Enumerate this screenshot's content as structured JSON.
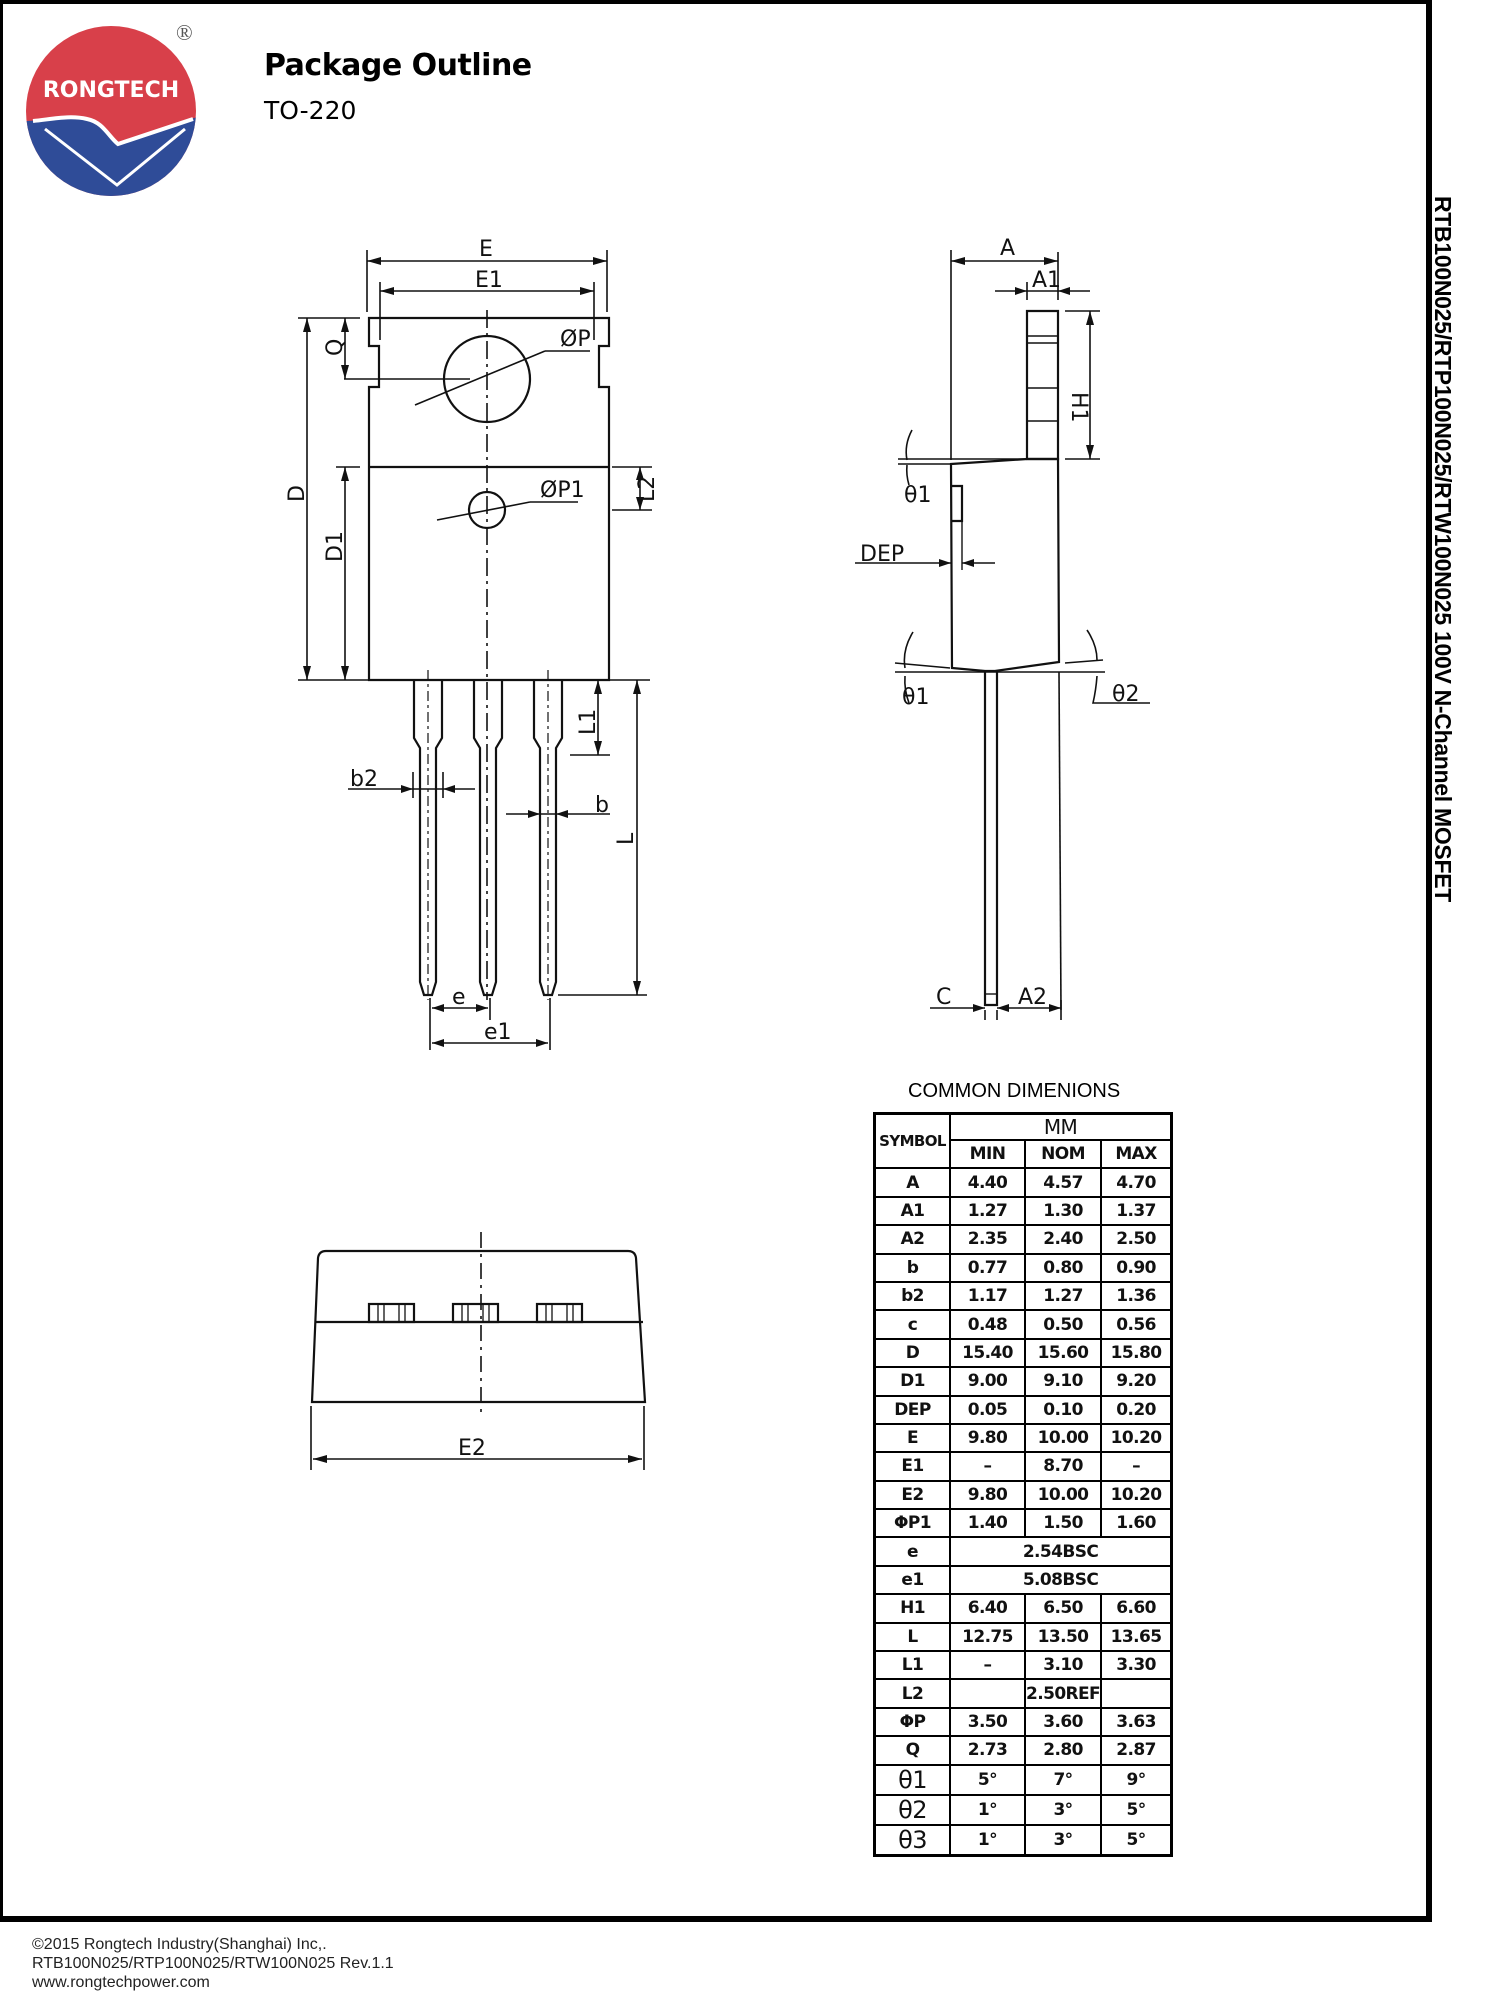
{
  "header": {
    "logo_text": "RONGTECH",
    "registered_mark": "®",
    "title": "Package Outline",
    "package": "TO-220"
  },
  "side_title": "RTB100N025/RTP100N025/RTW100N025 100V N-Channel MOSFET",
  "colors": {
    "logo_red": "#d8404a",
    "logo_blue": "#2f4c98",
    "line": "#111111"
  },
  "front_view": {
    "labels": {
      "E": "E",
      "E1": "E1",
      "P": "ØP",
      "P1": "ØP1",
      "Q": "Q",
      "D": "D",
      "D1": "D1",
      "L2": "L2",
      "L1": "L1",
      "L": "L",
      "b": "b",
      "b2": "b2",
      "e": "e",
      "e1": "e1"
    }
  },
  "side_view": {
    "labels": {
      "A": "A",
      "A1": "A1",
      "H1": "H1",
      "theta1_top": "θ1",
      "DEP": "DEP",
      "theta1_bottom": "θ1",
      "theta2": "θ2",
      "C": "C",
      "A2": "A2"
    }
  },
  "bottom_view": {
    "labels": {
      "E2": "E2"
    }
  },
  "dimensions_table": {
    "title": "COMMON DIMENIONS",
    "header": {
      "symbol": "SYMBOL",
      "unit": "MM",
      "min": "MIN",
      "nom": "NOM",
      "max": "MAX"
    },
    "rows": [
      {
        "symbol": "A",
        "min": "4.40",
        "nom": "4.57",
        "max": "4.70"
      },
      {
        "symbol": "A1",
        "min": "1.27",
        "nom": "1.30",
        "max": "1.37"
      },
      {
        "symbol": "A2",
        "min": "2.35",
        "nom": "2.40",
        "max": "2.50"
      },
      {
        "symbol": "b",
        "min": "0.77",
        "nom": "0.80",
        "max": "0.90"
      },
      {
        "symbol": "b2",
        "min": "1.17",
        "nom": "1.27",
        "max": "1.36"
      },
      {
        "symbol": "c",
        "min": "0.48",
        "nom": "0.50",
        "max": "0.56"
      },
      {
        "symbol": "D",
        "min": "15.40",
        "nom": "15.60",
        "max": "15.80"
      },
      {
        "symbol": "D1",
        "min": "9.00",
        "nom": "9.10",
        "max": "9.20"
      },
      {
        "symbol": "DEP",
        "min": "0.05",
        "nom": "0.10",
        "max": "0.20"
      },
      {
        "symbol": "E",
        "min": "9.80",
        "nom": "10.00",
        "max": "10.20"
      },
      {
        "symbol": "E1",
        "min": "–",
        "nom": "8.70",
        "max": "–"
      },
      {
        "symbol": "E2",
        "min": "9.80",
        "nom": "10.00",
        "max": "10.20"
      },
      {
        "symbol": "ΦP1",
        "min": "1.40",
        "nom": "1.50",
        "max": "1.60"
      },
      {
        "symbol": "e",
        "span": "2.54BSC"
      },
      {
        "symbol": "e1",
        "span": "5.08BSC"
      },
      {
        "symbol": "H1",
        "min": "6.40",
        "nom": "6.50",
        "max": "6.60"
      },
      {
        "symbol": "L",
        "min": "12.75",
        "nom": "13.50",
        "max": "13.65"
      },
      {
        "symbol": "L1",
        "min": "–",
        "nom": "3.10",
        "max": "3.30"
      },
      {
        "symbol": "L2",
        "min": "",
        "nom": "2.50REF",
        "max": ""
      },
      {
        "symbol": "ΦP",
        "min": "3.50",
        "nom": "3.60",
        "max": "3.63"
      },
      {
        "symbol": "Q",
        "min": "2.73",
        "nom": "2.80",
        "max": "2.87"
      },
      {
        "symbol": "θ1",
        "min": "5°",
        "nom": "7°",
        "max": "9°"
      },
      {
        "symbol": "θ2",
        "min": "1°",
        "nom": "3°",
        "max": "5°"
      },
      {
        "symbol": "θ3",
        "min": "1°",
        "nom": "3°",
        "max": "5°"
      }
    ]
  },
  "footer": {
    "copyright": "©2015 Rongtech Industry(Shanghai) Inc,.",
    "part_rev": "RTB100N025/RTP100N025/RTW100N025 Rev.1.1",
    "website": "www.rongtechpower.com"
  }
}
